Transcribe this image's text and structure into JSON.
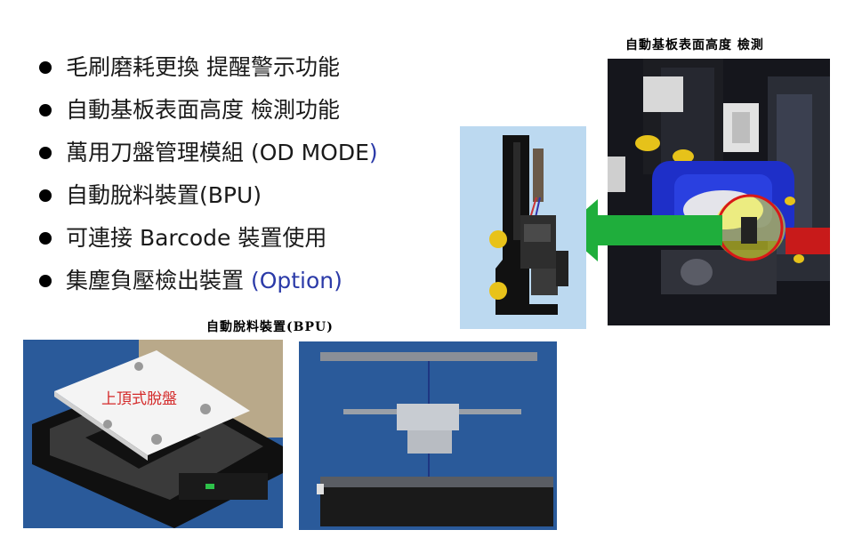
{
  "bullets": [
    {
      "text": "毛刷磨耗更換 提醒警示功能",
      "suffix": ""
    },
    {
      "text": "自動基板表面高度 檢測功能",
      "suffix": ""
    },
    {
      "text": "萬用刀盤管理模組 (OD MODE",
      "suffix": ")"
    },
    {
      "text": "自動脫料裝置(BPU)",
      "suffix": ""
    },
    {
      "text": "可連接 Barcode 裝置使用",
      "suffix": ""
    },
    {
      "text": "集塵負壓檢出裝置 ",
      "suffix": "(Option)"
    }
  ],
  "captions": {
    "height_detection": "自動基板表面高度 檢測",
    "bpu": "自動脫料裝置(BPU)"
  },
  "images": {
    "tray_label": "上頂式脫盤"
  },
  "colors": {
    "accent_blue": "#2b3aa8",
    "arrow_green": "#1fae3c",
    "highlight_red": "#d81818",
    "cad_blue": "#2a5a9a"
  }
}
